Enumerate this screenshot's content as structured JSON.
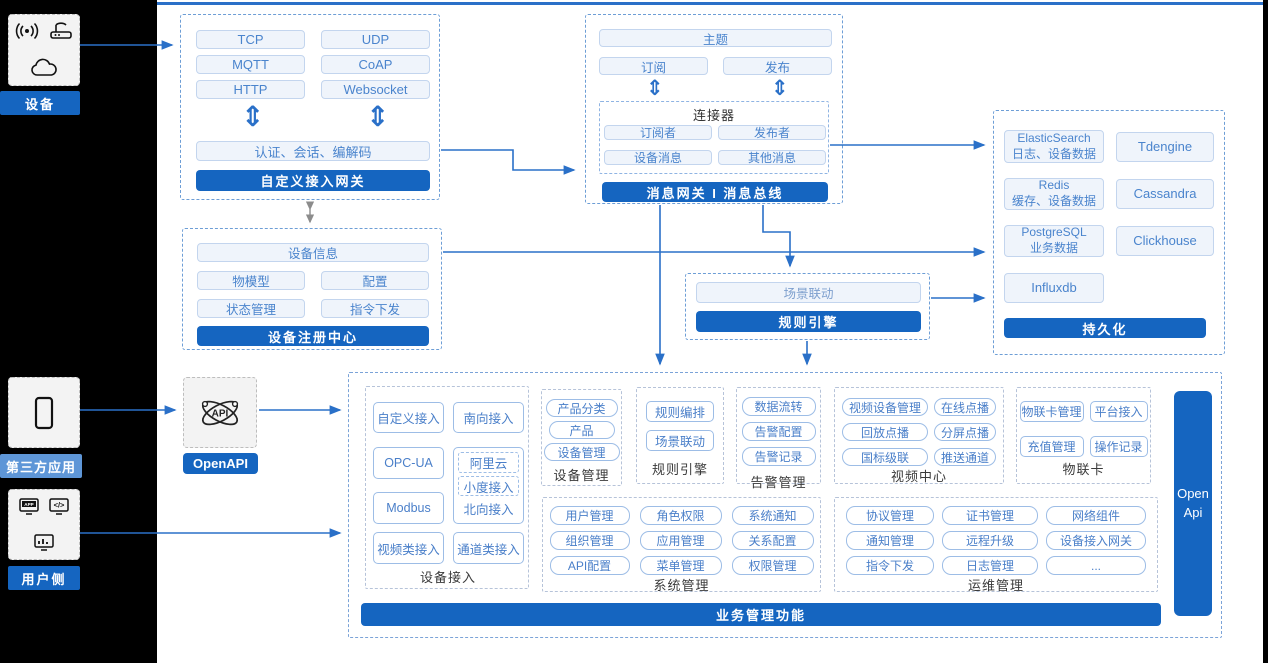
{
  "palette": {
    "accent_blue": "#1565c0",
    "arrow_blue": "#2a70c8",
    "light_badge_blue": "#5e96d7",
    "item_text_blue": "#4a84cd",
    "dashed_border_blue": "#6d9ed6"
  },
  "left_rail": {
    "device_label": "设备",
    "device_icons": [
      "broadcast-icon",
      "router-icon",
      "cloud-icon"
    ],
    "third_party_label": "第三方应用",
    "third_party_icon": "phone-icon",
    "user_side_label": "用户侧",
    "user_side_icons": [
      "app-window-icon",
      "code-window-icon",
      "chart-monitor-icon"
    ],
    "openapi_label": "OpenAPI",
    "openapi_icon": "api-atom-icon"
  },
  "custom_gateway": {
    "protocols": [
      "TCP",
      "UDP",
      "MQTT",
      "CoAP",
      "HTTP",
      "Websocket"
    ],
    "session_label": "认证、会话、编解码",
    "title": "自定义接入网关"
  },
  "message_gateway": {
    "topic": "主题",
    "subscribe": "订阅",
    "publish": "发布",
    "connector": {
      "title": "连接器",
      "items": [
        "订阅者",
        "发布者",
        "设备消息",
        "其他消息"
      ]
    },
    "title": "消息网关 I 消息总线"
  },
  "device_registry": {
    "info": "设备信息",
    "items": [
      "物模型",
      "配置",
      "状态管理",
      "指令下发"
    ],
    "title": "设备注册中心"
  },
  "persistence": {
    "left": [
      {
        "name": "ElasticSearch",
        "desc": "日志、设备数据"
      },
      {
        "name": "Redis",
        "desc": "缓存、设备数据"
      },
      {
        "name": "PostgreSQL",
        "desc": "业务数据"
      },
      {
        "name": "Influxdb",
        "desc": ""
      }
    ],
    "right": [
      "Tdengine",
      "Cassandra",
      "Clickhouse"
    ],
    "title": "持久化"
  },
  "rule_engine_mid": {
    "scene": "场景联动",
    "title": "规则引擎"
  },
  "biz": {
    "title": "业务管理功能",
    "open_api": "Open Api",
    "device_access": {
      "label": "设备接入",
      "items": [
        "自定义接入",
        "南向接入",
        "OPC-UA",
        "Modbus",
        "视频类接入",
        "通道类接入"
      ],
      "north": {
        "label": "北向接入",
        "sub": [
          "阿里云",
          "小度接入"
        ]
      }
    },
    "device_mgmt": {
      "label": "设备管理",
      "items": [
        "产品分类",
        "产品",
        "设备管理"
      ]
    },
    "rule_engine": {
      "label": "规则引擎",
      "items": [
        "规则编排",
        "场景联动"
      ]
    },
    "alarm": {
      "label": "告警管理",
      "items": [
        "数据流转",
        "告警配置",
        "告警记录"
      ]
    },
    "video": {
      "label": "视频中心",
      "items": [
        "视频设备管理",
        "在线点播",
        "回放点播",
        "分屏点播",
        "国标级联",
        "推送通道"
      ]
    },
    "iot_card": {
      "label": "物联卡",
      "items": [
        "物联卡管理",
        "平台接入",
        "充值管理",
        "操作记录"
      ]
    },
    "system": {
      "label": "系统管理",
      "items": [
        "用户管理",
        "角色权限",
        "系统通知",
        "组织管理",
        "应用管理",
        "关系配置",
        "API配置",
        "菜单管理",
        "权限管理"
      ]
    },
    "ops": {
      "label": "运维管理",
      "items": [
        "协议管理",
        "证书管理",
        "网络组件",
        "通知管理",
        "远程升级",
        "设备接入网关",
        "指令下发",
        "日志管理",
        "..."
      ]
    }
  }
}
